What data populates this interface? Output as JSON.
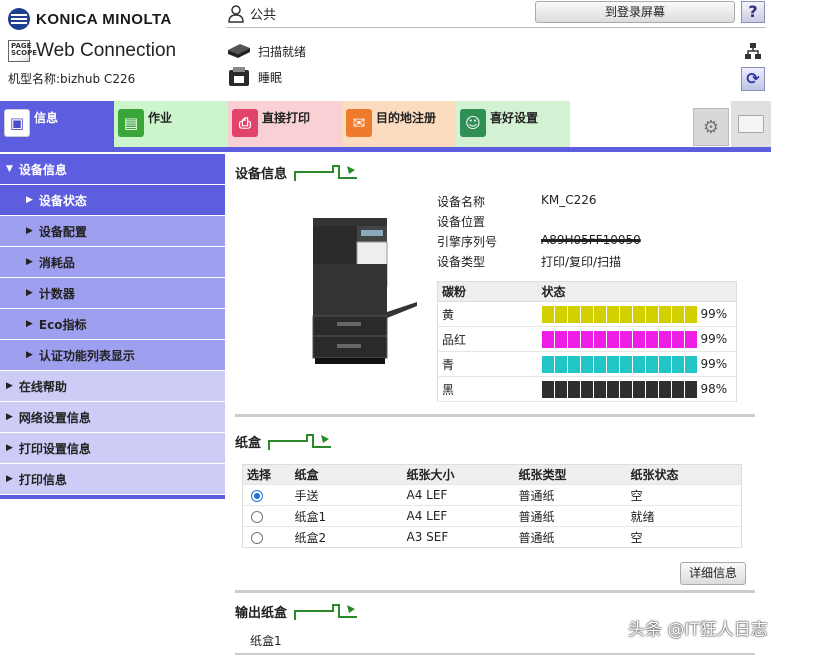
{
  "header": {
    "brand": "KONICA MINOLTA",
    "pagescope_badge": "PAGE SCOPE",
    "product": "Web Connection",
    "model_label": "机型名称:bizhub C226",
    "user": "公共",
    "login_button": "到登录屏幕",
    "help_button": "?",
    "status": [
      {
        "icon": "scanner-icon",
        "text": "扫描就绪"
      },
      {
        "icon": "printer-sleep-icon",
        "text": "睡眠"
      }
    ]
  },
  "tabs": [
    {
      "label": "信息",
      "icon": "info-icon"
    },
    {
      "label": "作业",
      "icon": "job-icon"
    },
    {
      "label": "直接打印",
      "icon": "direct-print-icon"
    },
    {
      "label": "目的地注册",
      "icon": "destination-icon"
    },
    {
      "label": "喜好设置",
      "icon": "preferences-icon"
    }
  ],
  "sidebar": {
    "items": [
      {
        "label": "设备信息",
        "level": "top"
      },
      {
        "label": "设备状态",
        "level": "sub",
        "active": true
      },
      {
        "label": "设备配置",
        "level": "sub"
      },
      {
        "label": "消耗品",
        "level": "sub"
      },
      {
        "label": "计数器",
        "level": "sub"
      },
      {
        "label": "Eco指标",
        "level": "sub"
      },
      {
        "label": "认证功能列表显示",
        "level": "sub"
      },
      {
        "label": "在线帮助",
        "level": "main"
      },
      {
        "label": "网络设置信息",
        "level": "main"
      },
      {
        "label": "打印设置信息",
        "level": "main"
      },
      {
        "label": "打印信息",
        "level": "main"
      }
    ]
  },
  "device": {
    "title": "设备信息",
    "fields": [
      {
        "key": "设备名称",
        "value": "KM_C226"
      },
      {
        "key": "设备位置",
        "value": ""
      },
      {
        "key": "引擎序列号",
        "value": "A89H05FF10050"
      },
      {
        "key": "设备类型",
        "value": "打印/复印/扫描"
      }
    ]
  },
  "toner": {
    "headers": [
      "碳粉",
      "状态"
    ],
    "rows": [
      {
        "name": "黄",
        "percent": "99%",
        "level": 0.99,
        "color": "#d4d000"
      },
      {
        "name": "品红",
        "percent": "99%",
        "level": 0.99,
        "color": "#ee1ee6"
      },
      {
        "name": "青",
        "percent": "99%",
        "level": 0.99,
        "color": "#22c6c6"
      },
      {
        "name": "黑",
        "percent": "98%",
        "level": 0.98,
        "color": "#2e2e2e"
      }
    ]
  },
  "trays": {
    "title": "纸盒",
    "headers": [
      "选择",
      "纸盒",
      "纸张大小",
      "纸张类型",
      "纸张状态"
    ],
    "rows": [
      {
        "selected": true,
        "tray": "手送",
        "size": "A4 LEF",
        "type": "普通纸",
        "status": "空"
      },
      {
        "selected": false,
        "tray": "纸盒1",
        "size": "A4 LEF",
        "type": "普通纸",
        "status": "就绪"
      },
      {
        "selected": false,
        "tray": "纸盒2",
        "size": "A3 SEF",
        "type": "普通纸",
        "status": "空"
      }
    ],
    "detail_button": "详细信息"
  },
  "output": {
    "title": "输出纸盒",
    "item": "纸盒1"
  },
  "watermark": "头条 @IT狂人日志"
}
